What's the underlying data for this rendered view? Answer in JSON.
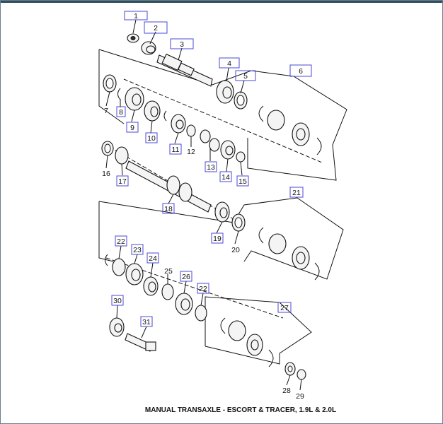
{
  "diagram": {
    "caption": "MANUAL TRANSAXLE - ESCORT & TRACER, 1.9L & 2.0L",
    "callouts": [
      {
        "id": "1",
        "boxed": true
      },
      {
        "id": "2",
        "boxed": true
      },
      {
        "id": "3",
        "boxed": true
      },
      {
        "id": "4",
        "boxed": true
      },
      {
        "id": "5",
        "boxed": true
      },
      {
        "id": "6",
        "boxed": true
      },
      {
        "id": "7",
        "boxed": false
      },
      {
        "id": "8",
        "boxed": true
      },
      {
        "id": "9",
        "boxed": true
      },
      {
        "id": "10",
        "boxed": true
      },
      {
        "id": "11",
        "boxed": true
      },
      {
        "id": "12",
        "boxed": false
      },
      {
        "id": "13",
        "boxed": true
      },
      {
        "id": "14",
        "boxed": true
      },
      {
        "id": "15",
        "boxed": true
      },
      {
        "id": "16",
        "boxed": false
      },
      {
        "id": "17",
        "boxed": true
      },
      {
        "id": "18",
        "boxed": true
      },
      {
        "id": "19",
        "boxed": true
      },
      {
        "id": "20",
        "boxed": false
      },
      {
        "id": "21",
        "boxed": true
      },
      {
        "id": "22",
        "boxed": true
      },
      {
        "id": "23",
        "boxed": true
      },
      {
        "id": "24",
        "boxed": true
      },
      {
        "id": "25",
        "boxed": false
      },
      {
        "id": "26",
        "boxed": true
      },
      {
        "id": "22",
        "boxed": true
      },
      {
        "id": "27",
        "boxed": true
      },
      {
        "id": "28",
        "boxed": false
      },
      {
        "id": "29",
        "boxed": false
      },
      {
        "id": "30",
        "boxed": true
      },
      {
        "id": "31",
        "boxed": true
      }
    ]
  }
}
